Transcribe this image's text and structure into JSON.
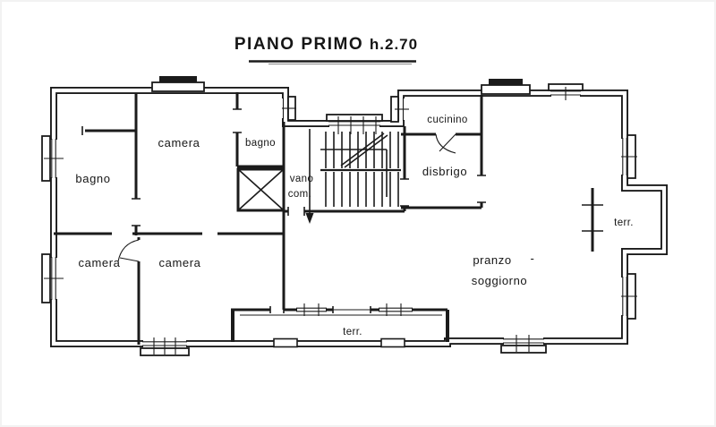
{
  "title": {
    "main": "PIANO PRIMO",
    "height_note": "h.2.70"
  },
  "rooms": {
    "bagno_top_left": "bagno",
    "camera_top": "camera",
    "bagno_small": "bagno",
    "vano_com_line1": "vano",
    "vano_com_line2": "com.",
    "cucinino": "cucinino",
    "disbrigo": "disbrigo",
    "pranzo_line1": "pranzo",
    "pranzo_dash": "-",
    "pranzo_line2": "soggiorno",
    "camera_bottom_left": "camera",
    "camera_bottom_middle": "camera",
    "terrace_bottom": "terr.",
    "terrace_right": "terr."
  },
  "elements": {
    "elevator": "elevator-shaft",
    "stairs": "staircase",
    "chimney": "chimney-flue"
  },
  "colors": {
    "ink": "#1b1b1b",
    "paper": "#ffffff"
  }
}
